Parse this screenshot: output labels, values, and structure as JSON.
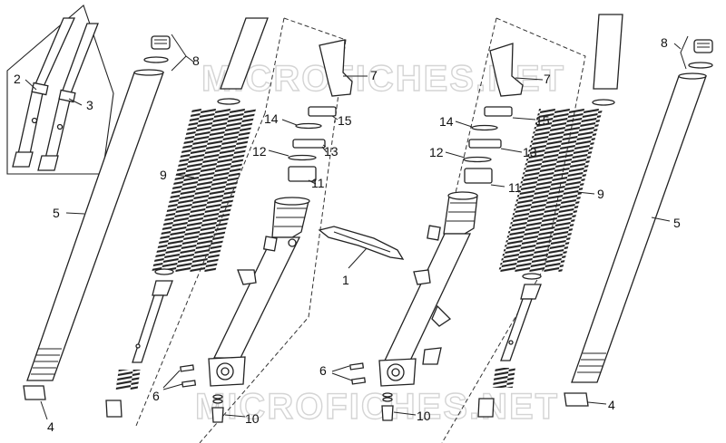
{
  "watermark": "MICROFICHES.NET",
  "callouts": {
    "c1": "1",
    "c2": "2",
    "c3": "3",
    "c4": "4",
    "c5": "5",
    "c6": "6",
    "c7": "7",
    "c8": "8",
    "c9": "9",
    "c10": "10",
    "c11": "11",
    "c12": "12",
    "c13": "13",
    "c14": "14",
    "c15": "15"
  }
}
